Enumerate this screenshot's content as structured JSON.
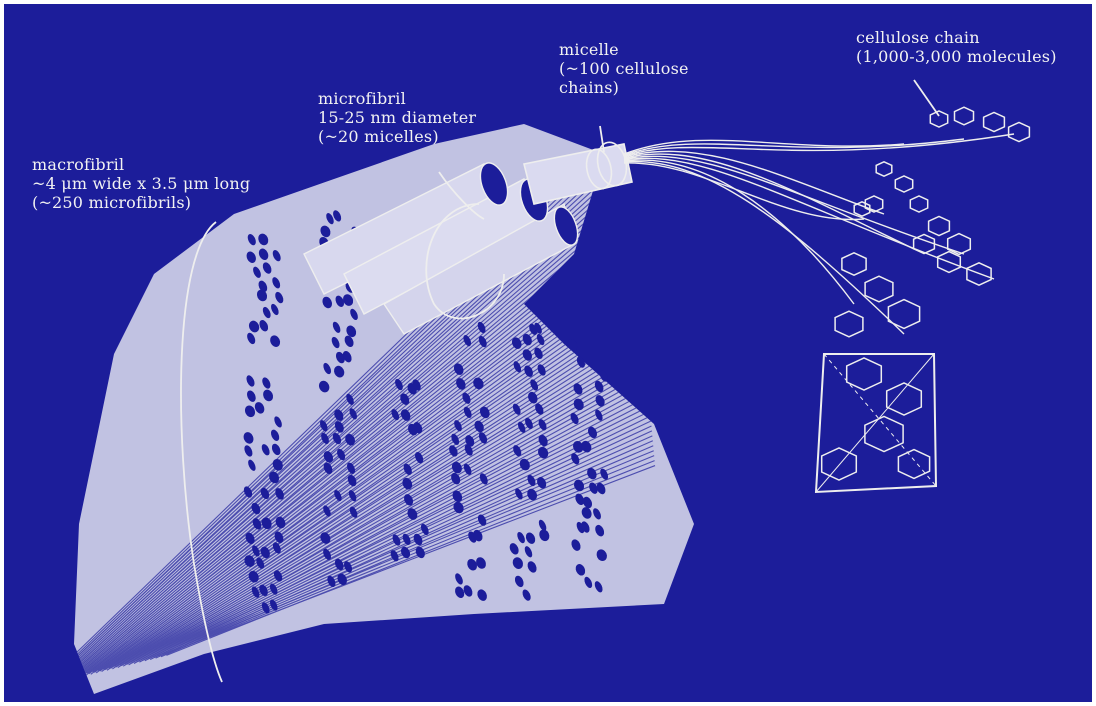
{
  "colors": {
    "background": "#1c1d9a",
    "ink": "#f2f2f2"
  },
  "labels": {
    "macrofibril": {
      "line1": "macrofibril",
      "line2": "~4 μm wide x 3.5 μm long",
      "line3": "(~250 microfibrils)"
    },
    "microfibril": {
      "line1": "microfibril",
      "line2": "15-25 nm diameter",
      "line3": "(~20 micelles)"
    },
    "micelle": {
      "line1": "micelle",
      "line2": "(~100 cellulose",
      "line3": "chains)"
    },
    "cellulose_chain": {
      "line1": "cellulose chain",
      "line2": "(1,000-3,000 molecules)"
    }
  }
}
